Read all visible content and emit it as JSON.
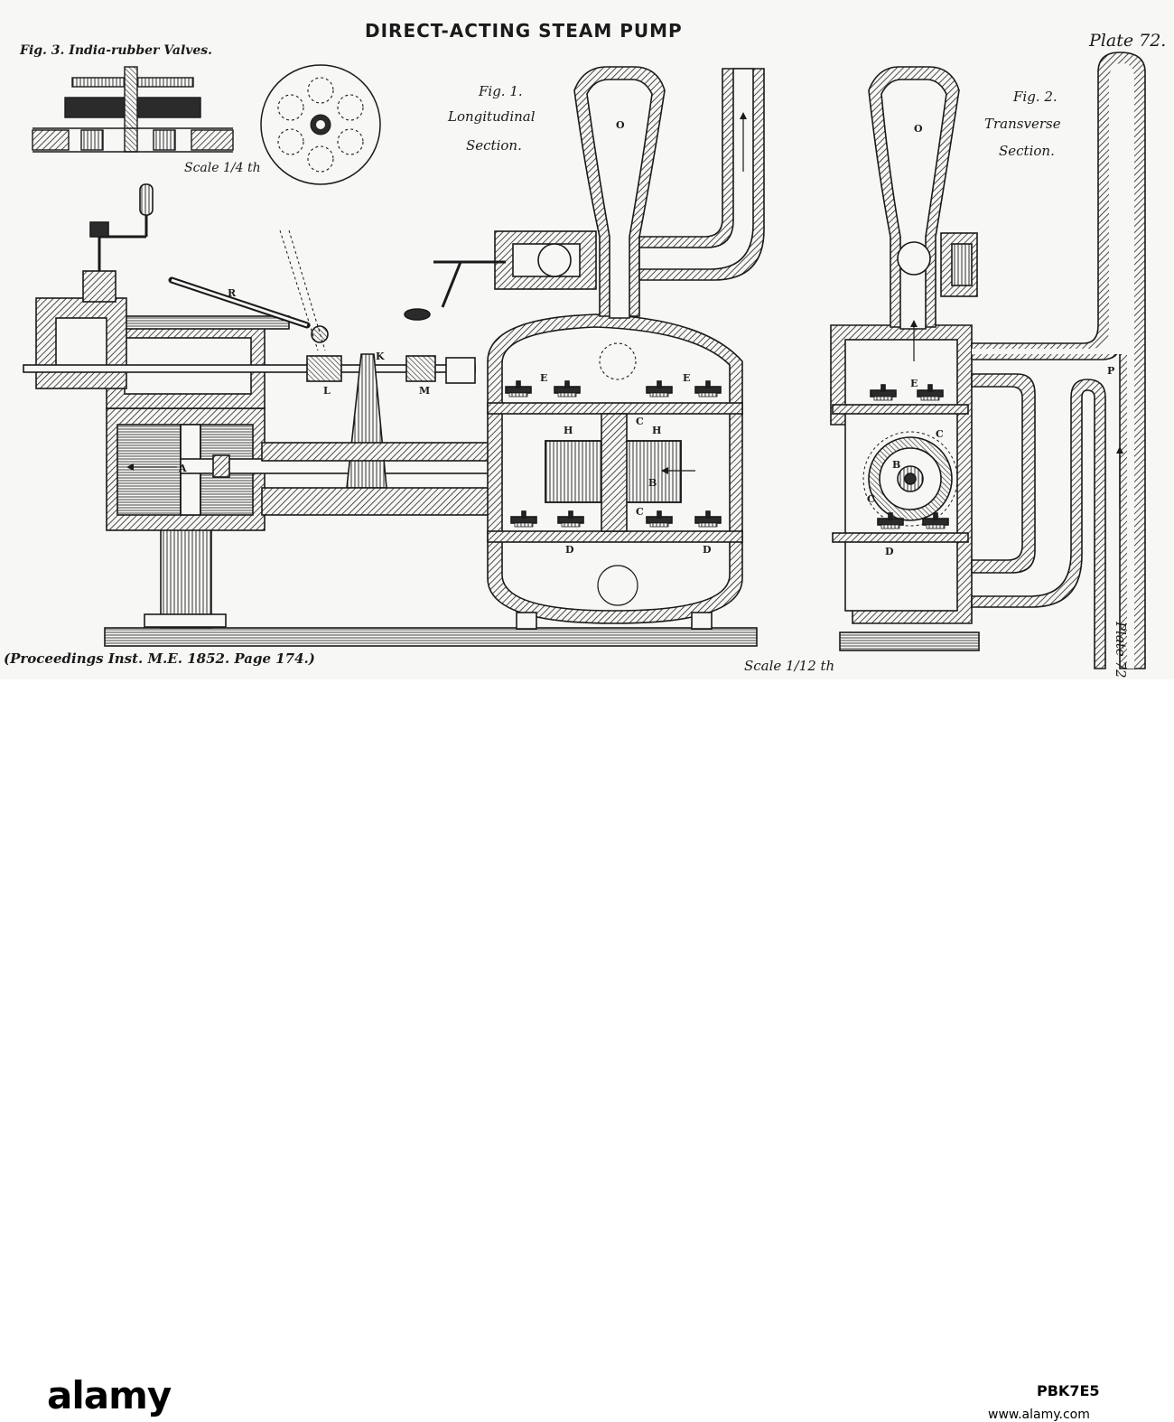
{
  "plate": {
    "title": "DIRECT-ACTING STEAM PUMP",
    "plate_no": "Plate 72.",
    "plate_no_side": "Plate 72.",
    "citation": "(Proceedings Inst. M.E. 1852. Page 174.)",
    "scale_main": "Scale 1/12 th",
    "fig3": {
      "caption": "Fig. 3. India-rubber Valves.",
      "scale": "Scale 1/4 th"
    },
    "fig1": {
      "line1": "Fig. 1.",
      "line2": "Longitudinal",
      "line3": "Section."
    },
    "fig2": {
      "line1": "Fig. 2.",
      "line2": "Transverse",
      "line3": "Section."
    },
    "labels": {
      "O1": "O",
      "O2": "O",
      "R": "R",
      "K": "K",
      "L": "L",
      "M": "M",
      "A": "A",
      "E1": "E",
      "E2": "E",
      "E3": "E",
      "H1": "H",
      "H2": "H",
      "C1": "C",
      "C2": "C",
      "B1": "B",
      "D1": "D",
      "D2": "D",
      "C3": "C",
      "C4": "C",
      "B2": "B",
      "D3": "D",
      "P": "P"
    }
  },
  "footer": {
    "brand": "alamy",
    "image_id": "PBK7E5",
    "url": "www.alamy.com"
  }
}
